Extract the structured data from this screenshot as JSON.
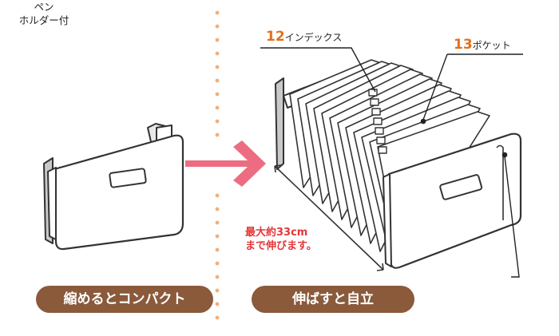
{
  "compact_label": "縮めるとコンパクト",
  "expanded_label": "伸ばすと自立",
  "callouts": {
    "index_count": "12",
    "index_label": "インデックス",
    "pocket_count": "13",
    "pocket_label": "ポケット",
    "pen_holder_line1": "ペン",
    "pen_holder_line2": "ホルダー付"
  },
  "expansion_note": {
    "line1": "最大約33cm",
    "line2": "まで伸びます。"
  },
  "colors": {
    "accent_orange": "#e0701f",
    "note_red": "#e4373a",
    "pill_brown": "#8a5a3b",
    "arrow_pink": "#ec6d82",
    "divider_dots": "#f0b07a"
  }
}
